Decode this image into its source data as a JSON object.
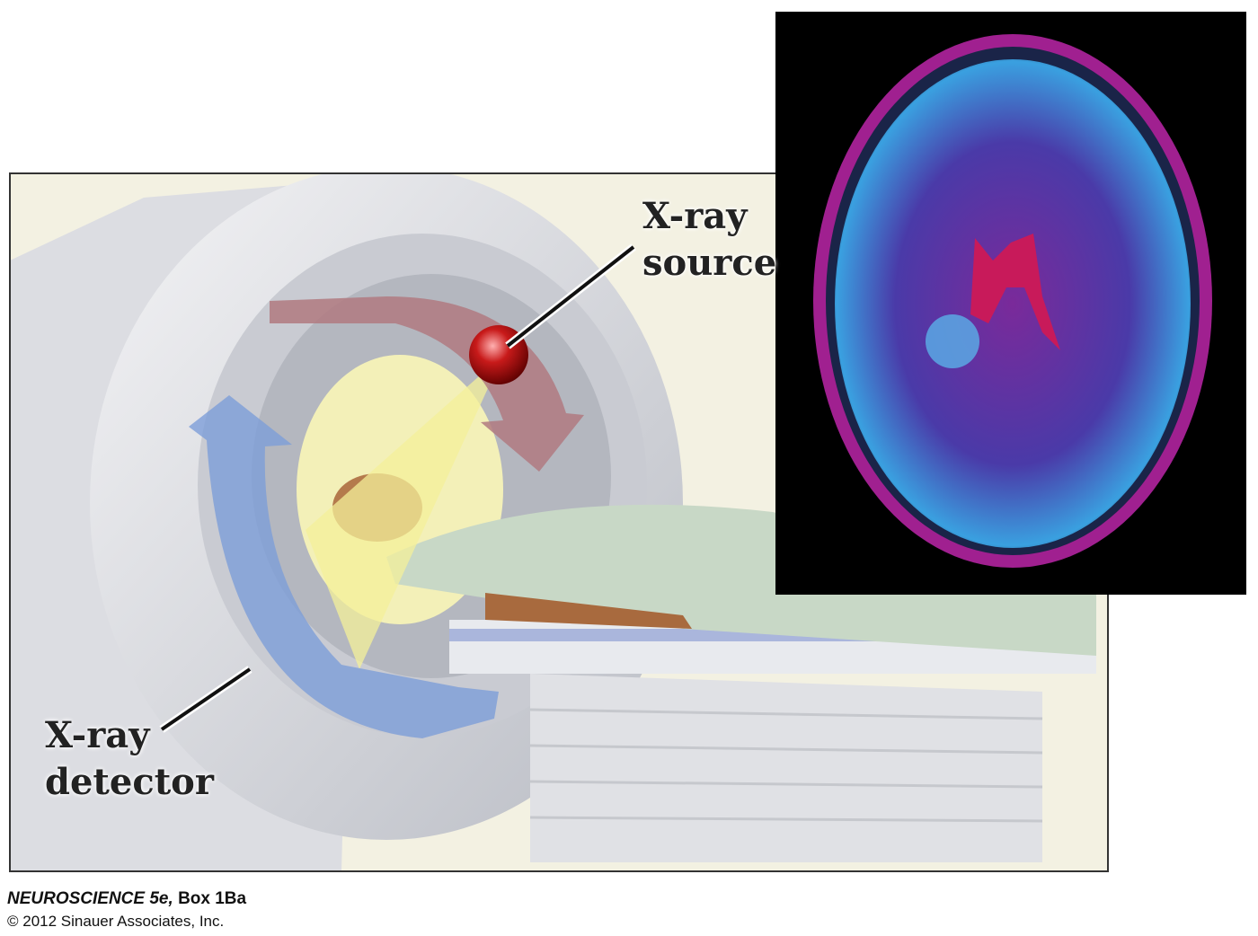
{
  "labels": {
    "source_line1": "X-ray",
    "source_line2": "source",
    "detector_line1": "X-ray",
    "detector_line2": "detector"
  },
  "caption": {
    "book": "NEUROSCIENCE 5e,",
    "figure": "Box 1Ba",
    "copyright": "© 2012 Sinauer Associates, Inc."
  },
  "colors": {
    "background": "#f3f1e2",
    "brain_outer": "#9a1f8a",
    "brain_inner": "#4a3aa0",
    "beam": "#f2ef9a",
    "source_arrow": "#b07a80",
    "detector_arrow": "#7d9ed8"
  }
}
